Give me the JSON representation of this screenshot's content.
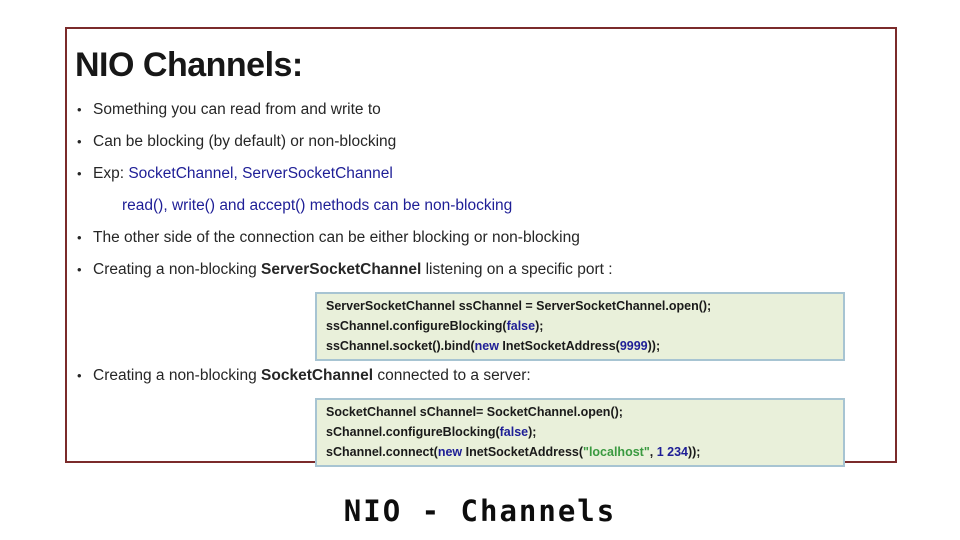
{
  "colors": {
    "frame-border": "#7b2b2b",
    "title-text": "#171717",
    "body-text": "#262626",
    "navy": "#1e1e96",
    "keyword": "#1e1e96",
    "string-green": "#3a9a40",
    "code-bg": "#e9f0da",
    "code-border": "#a7c4d2"
  },
  "slide": {
    "title": "NIO Channels:",
    "caption": "NIO - Channels",
    "content": [
      {
        "kind": "bullet",
        "segments": [
          {
            "t": "Something you can read from and write to",
            "s": "plain"
          }
        ]
      },
      {
        "kind": "bullet",
        "segments": [
          {
            "t": "Can be blocking (by default) or non-blocking",
            "s": "plain"
          }
        ]
      },
      {
        "kind": "bullet",
        "segments": [
          {
            "t": "Exp: ",
            "s": "plain"
          },
          {
            "t": "SocketChannel, ServerSocketChannel",
            "s": "navy"
          }
        ]
      },
      {
        "kind": "subline",
        "segments": [
          {
            "t": "read(), write() and accept() methods can be non-blocking",
            "s": "navy"
          }
        ]
      },
      {
        "kind": "bullet",
        "segments": [
          {
            "t": "The other side of the connection can be either blocking or non-blocking",
            "s": "plain"
          }
        ]
      },
      {
        "kind": "bullet",
        "segments": [
          {
            "t": "Creating a non-blocking ",
            "s": "plain"
          },
          {
            "t": "ServerSocketChannel",
            "s": "bold"
          },
          {
            "t": " listening on a specific port :",
            "s": "plain"
          }
        ]
      },
      {
        "kind": "code",
        "lines": [
          [
            {
              "t": "ServerSocketChannel ssChannel = ServerSocketChannel.open();",
              "s": "code"
            }
          ],
          [
            {
              "t": "ssChannel.configureBlocking(",
              "s": "code"
            },
            {
              "t": "false",
              "s": "kw"
            },
            {
              "t": ");",
              "s": "code"
            }
          ],
          [
            {
              "t": "ssChannel.socket().bind(",
              "s": "code"
            },
            {
              "t": "new",
              "s": "kw"
            },
            {
              "t": " InetSocketAddress(",
              "s": "code"
            },
            {
              "t": "9999",
              "s": "num"
            },
            {
              "t": "));",
              "s": "code"
            }
          ]
        ]
      },
      {
        "kind": "bullet",
        "segments": [
          {
            "t": "Creating a non-blocking ",
            "s": "plain"
          },
          {
            "t": "SocketChannel",
            "s": "bold"
          },
          {
            "t": " connected to a server:",
            "s": "plain"
          }
        ]
      },
      {
        "kind": "code",
        "lines": [
          [
            {
              "t": "SocketChannel sChannel= SocketChannel.open();",
              "s": "code"
            }
          ],
          [
            {
              "t": "sChannel.configureBlocking(",
              "s": "code"
            },
            {
              "t": "false",
              "s": "kw"
            },
            {
              "t": ");",
              "s": "code"
            }
          ],
          [
            {
              "t": "sChannel.connect(",
              "s": "code"
            },
            {
              "t": "new",
              "s": "kw"
            },
            {
              "t": " InetSocketAddress(",
              "s": "code"
            },
            {
              "t": "\"localhost\"",
              "s": "str"
            },
            {
              "t": ", ",
              "s": "code"
            },
            {
              "t": "1 234",
              "s": "num"
            },
            {
              "t": "));",
              "s": "code"
            }
          ]
        ]
      }
    ]
  }
}
